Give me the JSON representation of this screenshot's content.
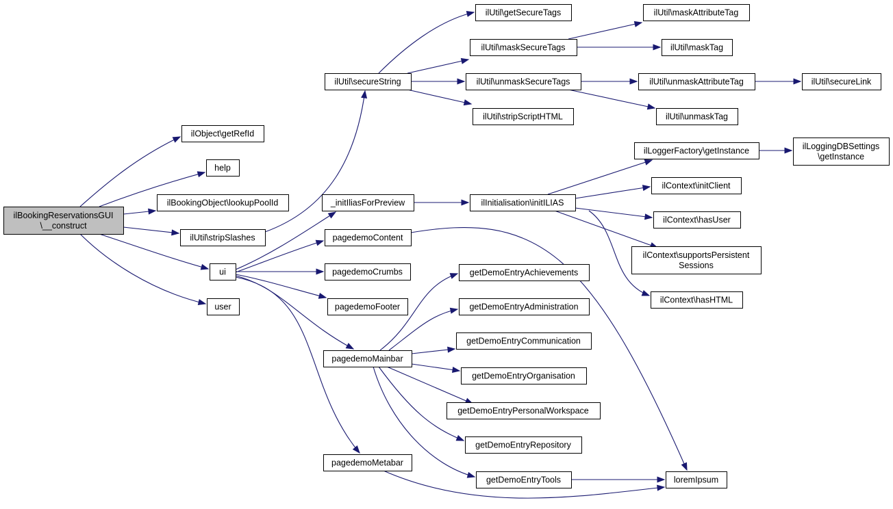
{
  "graph": {
    "colors": {
      "edge": "#191970",
      "root_fill": "#bfbfbf",
      "node_fill": "#ffffff",
      "node_border": "#000000"
    },
    "nodes": [
      {
        "id": "n0",
        "label": [
          "ilBookingReservationsGUI",
          "\\__construct"
        ]
      },
      {
        "id": "n1",
        "label": [
          "ilObject\\getRefId"
        ]
      },
      {
        "id": "n2",
        "label": [
          "help"
        ]
      },
      {
        "id": "n3",
        "label": [
          "ilBookingObject\\lookupPoolId"
        ]
      },
      {
        "id": "n4",
        "label": [
          "ilUtil\\stripSlashes"
        ]
      },
      {
        "id": "n5",
        "label": [
          "ui"
        ]
      },
      {
        "id": "n6",
        "label": [
          "user"
        ]
      },
      {
        "id": "n7",
        "label": [
          "ilUtil\\secureString"
        ]
      },
      {
        "id": "n8",
        "label": [
          "ilUtil\\getSecureTags"
        ]
      },
      {
        "id": "n9",
        "label": [
          "ilUtil\\maskSecureTags"
        ]
      },
      {
        "id": "n10",
        "label": [
          "ilUtil\\unmaskSecureTags"
        ]
      },
      {
        "id": "n11",
        "label": [
          "ilUtil\\stripScriptHTML"
        ]
      },
      {
        "id": "n12",
        "label": [
          "ilUtil\\maskAttributeTag"
        ]
      },
      {
        "id": "n13",
        "label": [
          "ilUtil\\maskTag"
        ]
      },
      {
        "id": "n14",
        "label": [
          "ilUtil\\unmaskAttributeTag"
        ]
      },
      {
        "id": "n15",
        "label": [
          "ilUtil\\unmaskTag"
        ]
      },
      {
        "id": "n16",
        "label": [
          "ilUtil\\secureLink"
        ]
      },
      {
        "id": "n17",
        "label": [
          "_initIliasForPreview"
        ]
      },
      {
        "id": "n18",
        "label": [
          "pagedemoContent"
        ]
      },
      {
        "id": "n19",
        "label": [
          "pagedemoCrumbs"
        ]
      },
      {
        "id": "n20",
        "label": [
          "pagedemoFooter"
        ]
      },
      {
        "id": "n21",
        "label": [
          "pagedemoMainbar"
        ]
      },
      {
        "id": "n22",
        "label": [
          "pagedemoMetabar"
        ]
      },
      {
        "id": "n23",
        "label": [
          "ilInitialisation\\initILIAS"
        ]
      },
      {
        "id": "n24",
        "label": [
          "ilLoggerFactory\\getInstance"
        ]
      },
      {
        "id": "n25",
        "label": [
          "ilLoggingDBSettings",
          "\\getInstance"
        ]
      },
      {
        "id": "n26",
        "label": [
          "ilContext\\initClient"
        ]
      },
      {
        "id": "n27",
        "label": [
          "ilContext\\hasUser"
        ]
      },
      {
        "id": "n28",
        "label": [
          "ilContext\\supportsPersistent",
          "Sessions"
        ]
      },
      {
        "id": "n29",
        "label": [
          "ilContext\\hasHTML"
        ]
      },
      {
        "id": "n30",
        "label": [
          "getDemoEntryAchievements"
        ]
      },
      {
        "id": "n31",
        "label": [
          "getDemoEntryAdministration"
        ]
      },
      {
        "id": "n32",
        "label": [
          "getDemoEntryCommunication"
        ]
      },
      {
        "id": "n33",
        "label": [
          "getDemoEntryOrganisation"
        ]
      },
      {
        "id": "n34",
        "label": [
          "getDemoEntryPersonalWorkspace"
        ]
      },
      {
        "id": "n35",
        "label": [
          "getDemoEntryRepository"
        ]
      },
      {
        "id": "n36",
        "label": [
          "getDemoEntryTools"
        ]
      },
      {
        "id": "n37",
        "label": [
          "loremIpsum"
        ]
      }
    ],
    "edges": [
      [
        "n0",
        "n1"
      ],
      [
        "n0",
        "n2"
      ],
      [
        "n0",
        "n3"
      ],
      [
        "n0",
        "n4"
      ],
      [
        "n0",
        "n5"
      ],
      [
        "n0",
        "n6"
      ],
      [
        "n4",
        "n7"
      ],
      [
        "n7",
        "n8"
      ],
      [
        "n7",
        "n9"
      ],
      [
        "n7",
        "n10"
      ],
      [
        "n7",
        "n11"
      ],
      [
        "n9",
        "n12"
      ],
      [
        "n9",
        "n13"
      ],
      [
        "n10",
        "n14"
      ],
      [
        "n10",
        "n15"
      ],
      [
        "n14",
        "n16"
      ],
      [
        "n5",
        "n17"
      ],
      [
        "n5",
        "n18"
      ],
      [
        "n5",
        "n19"
      ],
      [
        "n5",
        "n20"
      ],
      [
        "n5",
        "n21"
      ],
      [
        "n5",
        "n22"
      ],
      [
        "n17",
        "n23"
      ],
      [
        "n23",
        "n24"
      ],
      [
        "n24",
        "n25"
      ],
      [
        "n23",
        "n26"
      ],
      [
        "n23",
        "n27"
      ],
      [
        "n23",
        "n28"
      ],
      [
        "n23",
        "n29"
      ],
      [
        "n18",
        "n37"
      ],
      [
        "n21",
        "n30"
      ],
      [
        "n21",
        "n31"
      ],
      [
        "n21",
        "n32"
      ],
      [
        "n21",
        "n33"
      ],
      [
        "n21",
        "n34"
      ],
      [
        "n21",
        "n35"
      ],
      [
        "n21",
        "n36"
      ],
      [
        "n36",
        "n37"
      ],
      [
        "n22",
        "n37"
      ]
    ]
  }
}
